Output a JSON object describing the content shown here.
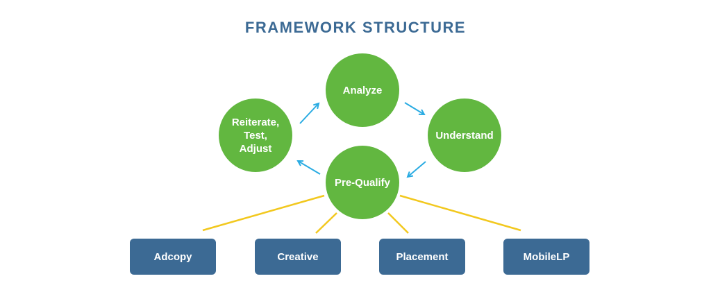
{
  "title": "FRAMEWORK STRUCTURE",
  "colors": {
    "title": "#3c6a94",
    "circle": "#62b740",
    "box": "#3c6a94",
    "arrow": "#29abe2",
    "connector": "#f2c81e"
  },
  "cycle": [
    {
      "id": "analyze",
      "label": "Analyze"
    },
    {
      "id": "understand",
      "label": "Understand"
    },
    {
      "id": "pre-qualify",
      "label": "Pre-Qualify"
    },
    {
      "id": "reiterate",
      "label": "Reiterate,\nTest,\nAdjust"
    }
  ],
  "boxes": [
    {
      "label": "Adcopy"
    },
    {
      "label": "Creative"
    },
    {
      "label": "Placement"
    },
    {
      "label": "MobileLP"
    }
  ]
}
